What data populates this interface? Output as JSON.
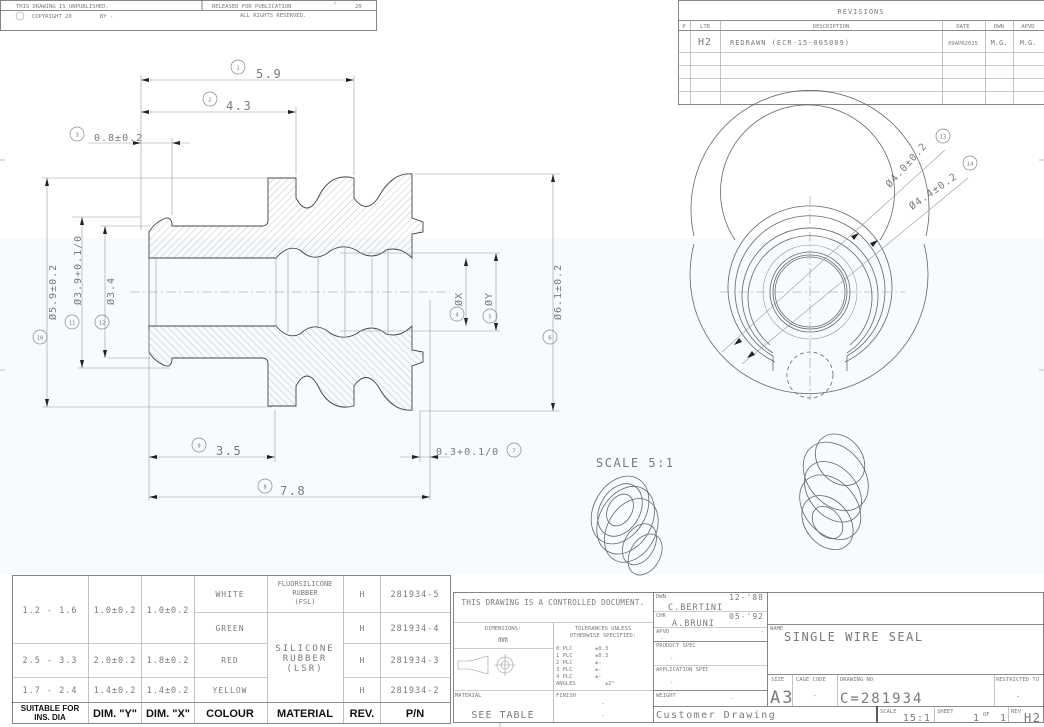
{
  "header": {
    "unpublished": "THIS DRAWING IS UNPUBLISHED.",
    "released": "RELEASED FOR PUBLICATION",
    "year": "20",
    "copyright": "COPYRIGHT 20",
    "by": "BY -",
    "rights": "ALL RIGHTS RESERVED."
  },
  "revisions": {
    "title": "REVISIONS",
    "columns": [
      "P",
      "LTR",
      "DESCRIPTION",
      "DATE",
      "DWN",
      "APVD"
    ],
    "rows": [
      {
        "p": "",
        "ltr": "H2",
        "description": "REDRAWN (ECR-15-005089)",
        "date": "09APR2015",
        "dwn": "M.G.",
        "apvd": "M.G."
      }
    ]
  },
  "drawing": {
    "dims": {
      "d1": "5.9",
      "d2": "4.3",
      "d3": "0.8±0.2",
      "d4": "ØX",
      "d5": "ØY",
      "d6": "Ø6.1±0.2",
      "d7": "0.3+0.1/0",
      "d8": "7.8",
      "d9": "3.5",
      "d10": "Ø5.9±0.2",
      "d11": "Ø3.9+0.1/0",
      "d12": "Ø3.4",
      "d13": "Ø4.0±0.2",
      "d14": "Ø4.4±0.2"
    },
    "balloons": [
      "1",
      "2",
      "3",
      "4",
      "5",
      "6",
      "7",
      "8",
      "9",
      "10",
      "11",
      "12",
      "13",
      "14"
    ],
    "scale_label": "SCALE  5:1"
  },
  "table": {
    "headers": [
      "SUITABLE FOR INS. DIA",
      "DIM. \"Y\"",
      "DIM. \"X\"",
      "COLOUR",
      "MATERIAL",
      "REV.",
      "P/N"
    ],
    "header_line1": "SUITABLE FOR",
    "header_line2": "INS. DIA",
    "rows": [
      {
        "ins_dia": "1.2 - 1.6",
        "dim_y": "1.0±0.2",
        "dim_x": "1.0±0.2",
        "colour": "WHITE",
        "material": "FLUORSILICONE RUBBER (FSL)",
        "rev": "H",
        "pn": "281934-5"
      },
      {
        "ins_dia": "",
        "dim_y": "",
        "dim_x": "",
        "colour": "GREEN",
        "material": "SILICONE RUBBER (LSR)",
        "rev": "H",
        "pn": "281934-4"
      },
      {
        "ins_dia": "2.5 - 3.3",
        "dim_y": "2.0±0.2",
        "dim_x": "1.8±0.2",
        "colour": "RED",
        "material": "SILICONE RUBBER (LSR)",
        "rev": "H",
        "pn": "281934-3"
      },
      {
        "ins_dia": "1.7 - 2.4",
        "dim_y": "1.4±0.2",
        "dim_x": "1.4±0.2",
        "colour": "YELLOW",
        "material": "SILICONE RUBBER (LSR)",
        "rev": "H",
        "pn": "281934-2"
      }
    ],
    "mat_fsl": [
      "FLUORSILICONE",
      "RUBBER",
      "(FSL)"
    ],
    "mat_lsr": [
      "SILICONE",
      "RUBBER",
      "(LSR)"
    ]
  },
  "title_block": {
    "controlled": "THIS DRAWING IS A CONTROLLED DOCUMENT.",
    "dimensions_label": "DIMENSIONS:",
    "units": "mm",
    "tolerances_label1": "TOLERANCES UNLESS",
    "tolerances_label2": "OTHERWISE SPECIFIED:",
    "tolerances": [
      {
        "plc": "0 PLC",
        "tol": "±0.3"
      },
      {
        "plc": "1 PLC",
        "tol": "±0.3"
      },
      {
        "plc": "2 PLC",
        "tol": "±-"
      },
      {
        "plc": "3 PLC",
        "tol": "±-"
      },
      {
        "plc": "4 PLC",
        "tol": "±-"
      },
      {
        "plc": "ANGLES",
        "tol": "±2°"
      }
    ],
    "material_label": "MATERIAL",
    "material": "SEE TABLE",
    "finish_label": "FINISH",
    "finish": "-",
    "finish2": "-",
    "dwn_label": "DWN",
    "dwn_name": "C.BERTINI",
    "dwn_date": "12-'88",
    "chk_label": "CHK",
    "chk_name": "A.BRUNI",
    "chk_date": "05-'92",
    "apvd_label": "APVD",
    "apvd_value": "-",
    "apvd_value2": "-",
    "product_spec_label": "PRODUCT SPEC",
    "product_spec": "-",
    "application_spec_label": "APPLICATION SPEC",
    "application_spec": "-",
    "weight_label": "WEIGHT",
    "weight": "-",
    "customer_drawing": "Customer Drawing",
    "name_label": "NAME",
    "name": "SINGLE WIRE SEAL",
    "size_label": "SIZE",
    "size": "A3",
    "cage_code_label": "CAGE CODE",
    "cage_code": "-",
    "drawing_no_label": "DRAWING NO",
    "drawing_no": "C=281934",
    "restricted_label": "RESTRICTED TO",
    "restricted": "-",
    "scale_label": "SCALE",
    "scale": "15:1",
    "sheet_label": "SHEET",
    "sheet": "1",
    "of_label": "OF",
    "of": "1",
    "rev_label": "REV",
    "rev": "H2"
  }
}
